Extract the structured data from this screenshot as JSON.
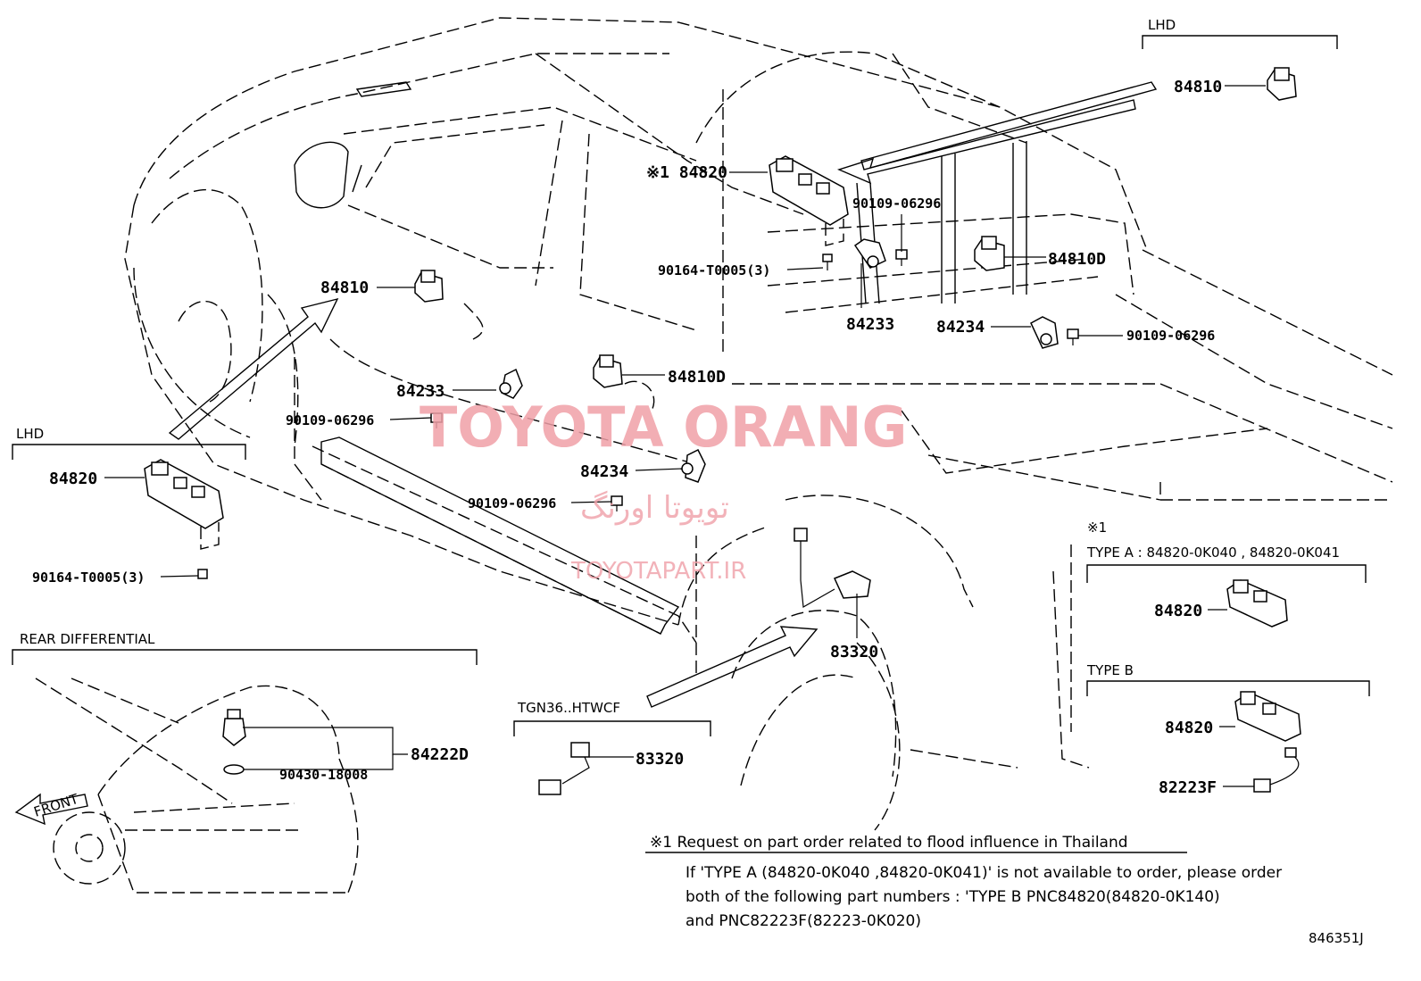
{
  "diagram": {
    "watermark": {
      "main": "TOYOTA ORANG",
      "farsi": "تویوتا اورنگ",
      "site": "TOYOTAPART.IR"
    },
    "boxes": {
      "lhd_top": "LHD",
      "lhd_left": "LHD",
      "rear_diff": "REAR DIFFERENTIAL",
      "tgn36": "TGN36..HTWCF",
      "note_mark": "※1",
      "type_a": "TYPE A : 84820-0K040 , 84820-0K041",
      "type_b": "TYPE B"
    },
    "callouts": {
      "c_84810_lhd": "84810",
      "c_84820_note": "※1 84820",
      "c_90109_a": "90109-06296",
      "c_90164_a": "90164-T0005(3)",
      "c_84810d_a": "84810D",
      "c_84233_a": "84233",
      "c_84234_a": "84234",
      "c_90109_b": "90109-06296",
      "c_84810_door": "84810",
      "c_84810d_b": "84810D",
      "c_84233_b": "84233",
      "c_90109_c": "90109-06296",
      "c_84234_b": "84234",
      "c_90109_d": "90109-06296",
      "c_84820_lhd": "84820",
      "c_90164_b": "90164-T0005(3)",
      "c_83320_a": "83320",
      "c_83320_b": "83320",
      "c_84222d": "84222D",
      "c_90430": "90430-18008",
      "c_front": "FRONT",
      "c_84820_ta": "84820",
      "c_84820_tb": "84820",
      "c_82223f": "82223F"
    },
    "note": {
      "heading": "※1  Request on part order related to flood influence in Thailand",
      "line1": "If  'TYPE A (84820-0K040 ,84820-0K041)'  is not available to order, please order",
      "line2": "both of the following part numbers : 'TYPE B PNC84820(84820-0K140)",
      "line3": "and PNC82223F(82223-0K020)"
    },
    "diagram_id": "846351J"
  }
}
